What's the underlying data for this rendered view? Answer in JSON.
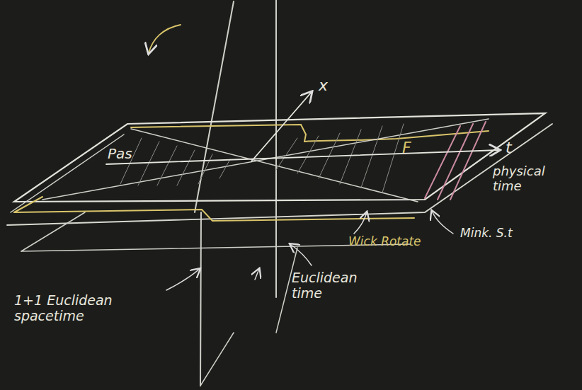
{
  "diagram": {
    "labels": [
      "x",
      "t",
      "physical time",
      "Pas",
      "F",
      "Mink. S.t",
      "Wick Rotate",
      "Euclidean time",
      "1+1 Euclidean spacetime"
    ]
  }
}
